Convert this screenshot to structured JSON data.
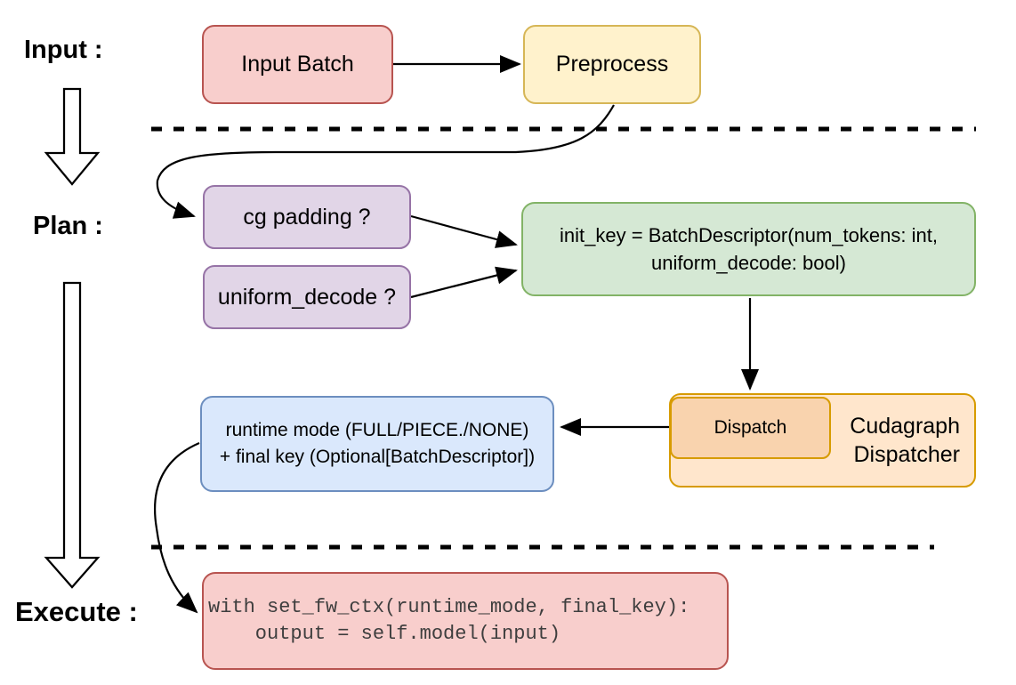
{
  "labels": {
    "input": "Input :",
    "plan": "Plan :",
    "execute": "Execute :"
  },
  "nodes": {
    "input_batch": {
      "label": "Input Batch"
    },
    "preprocess": {
      "label": "Preprocess"
    },
    "cg_padding": {
      "label": "cg padding ?"
    },
    "uniform_decode": {
      "label": "uniform_decode ?"
    },
    "init_key": {
      "line1": "init_key = BatchDescriptor(num_tokens: int,",
      "line2": "uniform_decode: bool)"
    },
    "dispatch": {
      "label": "Dispatch"
    },
    "cudagraph_dispatcher": {
      "line1": "Cudagraph",
      "line2": "Dispatcher"
    },
    "runtime_mode": {
      "line1": "runtime mode (FULL/PIECE./NONE)",
      "line2": "+ final key (Optional[BatchDescriptor])"
    },
    "execute_code": {
      "line1": "with set_fw_ctx(runtime_mode, final_key):",
      "line2": "    output = self.model(input)"
    }
  },
  "palette": {
    "red_fill": "#f8cecc",
    "red_stroke": "#b85450",
    "yellow_fill": "#fff2cc",
    "yellow_stroke": "#d6b656",
    "purple_fill": "#e1d5e7",
    "purple_stroke": "#9673a6",
    "green_fill": "#d5e8d4",
    "green_stroke": "#82b366",
    "orange_fill": "#ffe6cc",
    "orange_inner_fill": "#f9d3ae",
    "orange_stroke": "#d79b00",
    "blue_fill": "#dae8fc",
    "blue_stroke": "#6c8ebf",
    "connector_color": "#000000",
    "code_text_color": "#3e3e3e"
  }
}
